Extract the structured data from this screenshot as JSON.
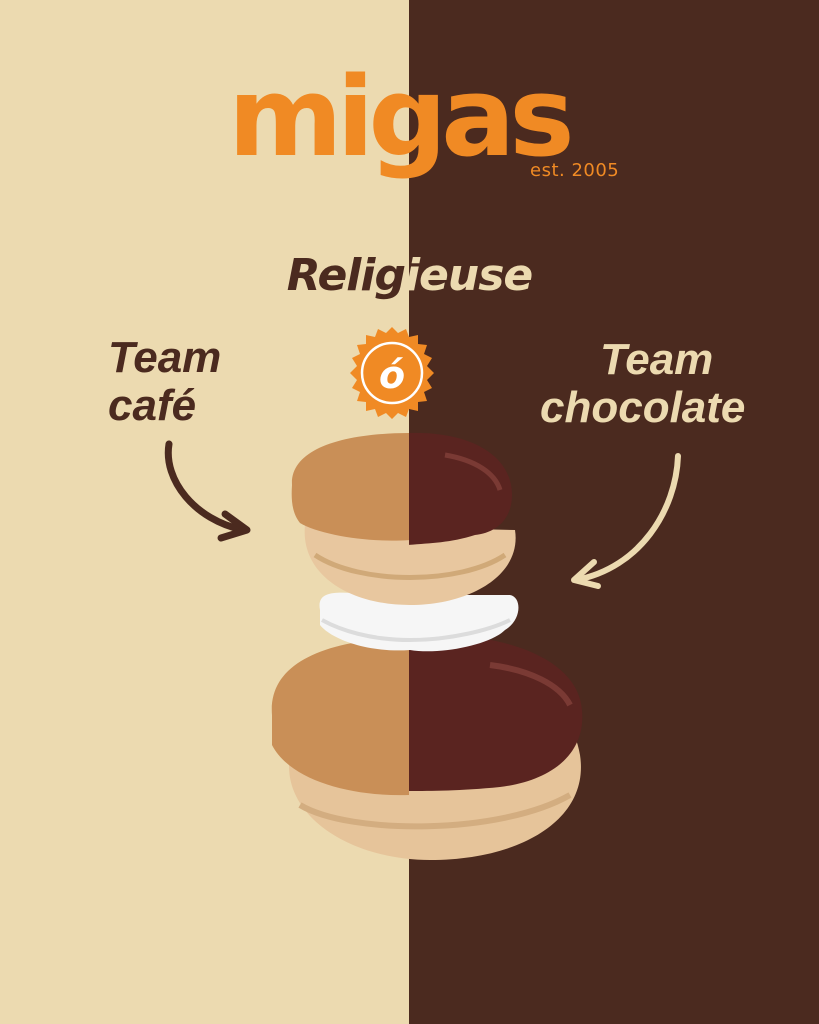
{
  "brand": {
    "name": "migas",
    "est": "est. 2005"
  },
  "title": {
    "part1": "Relig",
    "part2": "ieuse"
  },
  "team_left": {
    "line1": "Team",
    "line2": "café"
  },
  "team_right": {
    "line1": "Team",
    "line2": "chocolate"
  },
  "badge": {
    "glyph": "ó"
  },
  "colors": {
    "cream": "#ecdab0",
    "brown": "#4b2a1f",
    "orange": "#f08a24"
  }
}
